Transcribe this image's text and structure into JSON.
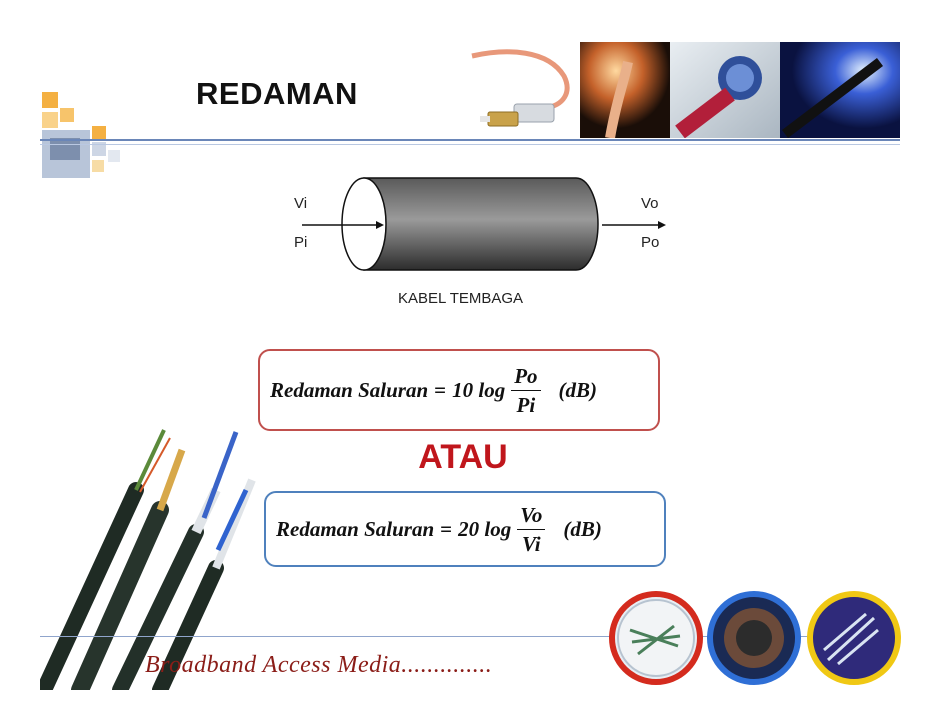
{
  "slide": {
    "title": "REDAMAN",
    "diagram": {
      "input_voltage": "Vi",
      "input_power": "Pi",
      "output_voltage": "Vo",
      "output_power": "Po",
      "cable_label": "KABEL TEMBAGA"
    },
    "formula_power": {
      "lhs": "Redaman Saluran",
      "coef": "10 log",
      "numerator": "Po",
      "denominator": "Pi",
      "unit": "(dB)"
    },
    "separator": "ATAU",
    "formula_voltage": {
      "lhs": "Redaman Saluran",
      "coef": "20 log",
      "numerator": "Vo",
      "denominator": "Vi",
      "unit": "(dB)"
    },
    "footer": "Broadband Access Media.............."
  },
  "colors": {
    "accent_orange": "#f4b042",
    "accent_blue": "#4f81bd",
    "accent_red": "#c0504d",
    "title_red": "#c0161c",
    "footer_text": "#8b1d18"
  }
}
